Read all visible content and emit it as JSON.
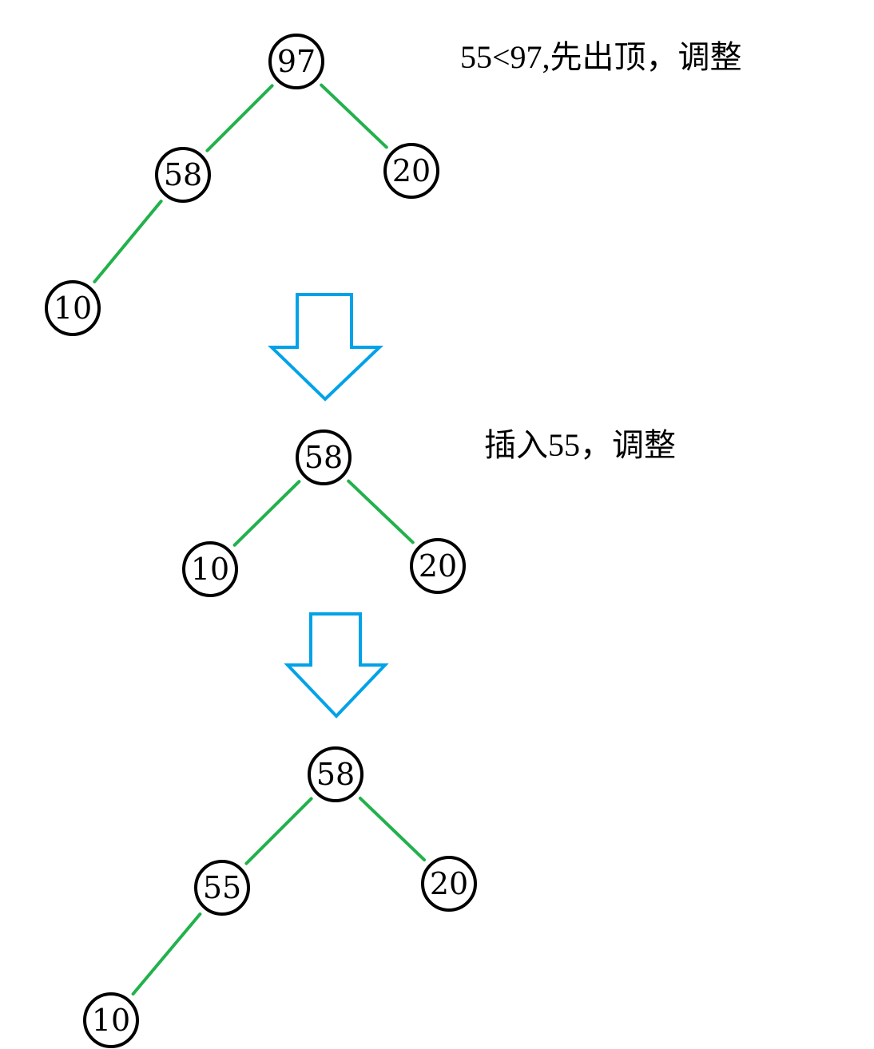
{
  "notes": {
    "step1": "55<97,先出顶，调整",
    "step2": "插入55，调整"
  },
  "colors": {
    "node_stroke": "#000000",
    "edge": "#22b14c",
    "arrow": "#00a2e8"
  },
  "trees": [
    {
      "name": "tree-initial",
      "nodes": [
        {
          "id": "a97",
          "label": "97"
        },
        {
          "id": "a58",
          "label": "58"
        },
        {
          "id": "a20",
          "label": "20"
        },
        {
          "id": "a10",
          "label": "10"
        }
      ],
      "edges": [
        [
          "a97",
          "a58"
        ],
        [
          "a97",
          "a20"
        ],
        [
          "a58",
          "a10"
        ]
      ]
    },
    {
      "name": "tree-after-pop",
      "nodes": [
        {
          "id": "b58",
          "label": "58"
        },
        {
          "id": "b10",
          "label": "10"
        },
        {
          "id": "b20",
          "label": "20"
        }
      ],
      "edges": [
        [
          "b58",
          "b10"
        ],
        [
          "b58",
          "b20"
        ]
      ]
    },
    {
      "name": "tree-after-insert",
      "nodes": [
        {
          "id": "c58",
          "label": "58"
        },
        {
          "id": "c55",
          "label": "55"
        },
        {
          "id": "c20",
          "label": "20"
        },
        {
          "id": "c10",
          "label": "10"
        }
      ],
      "edges": [
        [
          "c58",
          "c55"
        ],
        [
          "c58",
          "c20"
        ],
        [
          "c55",
          "c10"
        ]
      ]
    }
  ]
}
